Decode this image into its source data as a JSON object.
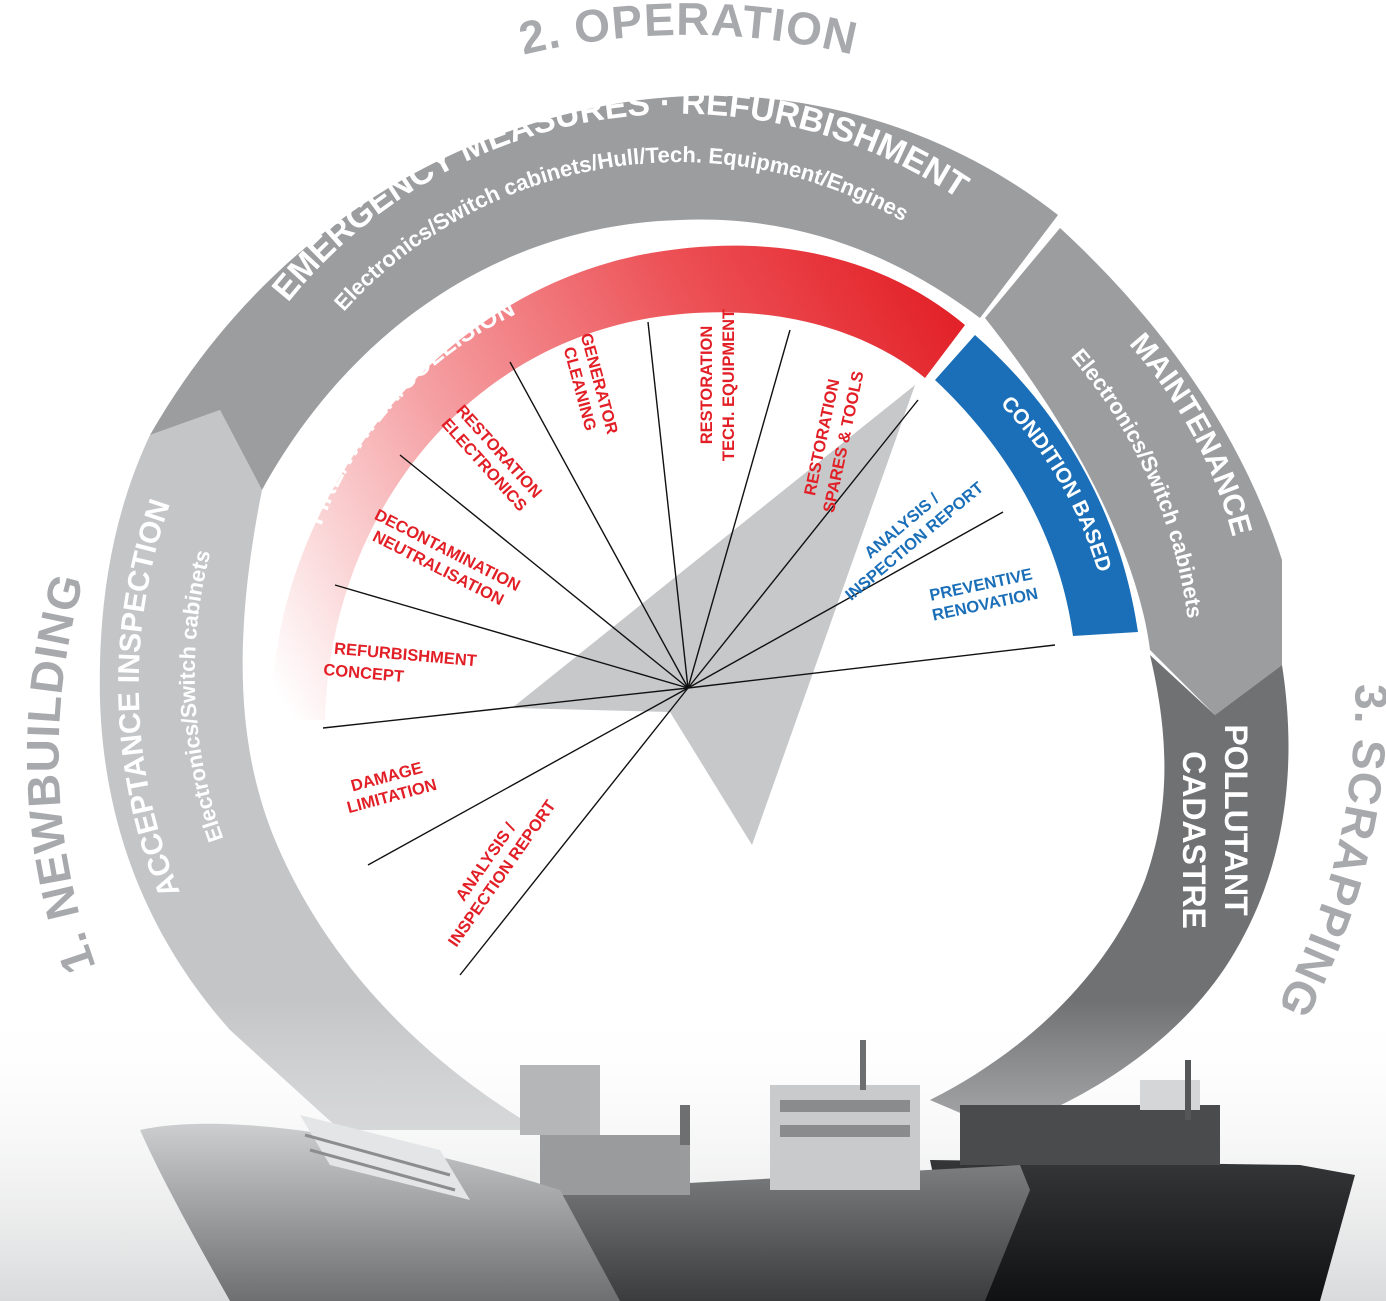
{
  "phases": {
    "newbuilding": "1. NEWBUILDING",
    "operation": "2. OPERATION",
    "scrapping": "3. SCRAPPING"
  },
  "bands": {
    "acceptance": {
      "title": "ACCEPTANCE INSPECTION",
      "subtitle": "Electronics/Switch cabinets"
    },
    "emergency": {
      "title": "EMERGENCY MEASURES · REFURBISHMENT",
      "subtitle": "Electronics/Switch cabinets/Hull/Tech. Equipment/Engines"
    },
    "maintenance": {
      "title": "MAINTENANCE",
      "subtitle": "Electronics/Switch cabinets"
    },
    "scrapping": {
      "title_line1": "POLLUTANT",
      "title_line2": "CADASTRE"
    }
  },
  "inner_arcs": {
    "fire": "FIRE/WATER/COLLISION",
    "condition": "CONDITION BASED"
  },
  "sectors": {
    "red": [
      {
        "line1": "ANALYSIS /",
        "line2": "INSPECTION REPORT"
      },
      {
        "line1": "DAMAGE",
        "line2": "LIMITATION"
      },
      {
        "line1": "REFURBISHMENT",
        "line2": "CONCEPT"
      },
      {
        "line1": "DECONTAMINATION",
        "line2": "NEUTRALISATION"
      },
      {
        "line1": "RESTORATION",
        "line2": "ELECTRONICS"
      },
      {
        "line1": "GENERATOR",
        "line2": "CLEANING"
      },
      {
        "line1": "RESTORATION",
        "line2": "TECH. EQUIPMENT"
      },
      {
        "line1": "RESTORATION",
        "line2": "SPARES & TOOLS"
      }
    ],
    "blue": [
      {
        "line1": "ANALYSIS /",
        "line2": "INSPECTION REPORT"
      },
      {
        "line1": "PREVENTIVE",
        "line2": "RENOVATION"
      }
    ]
  },
  "colors": {
    "light_gray": "#c4c5c7",
    "mid_gray": "#9c9d9f",
    "dark_gray": "#707173",
    "red": "#e21f26",
    "blue": "#1b6fb8",
    "phase_text": "#a7a9ac"
  },
  "image_elements": [
    "ships-photo"
  ]
}
